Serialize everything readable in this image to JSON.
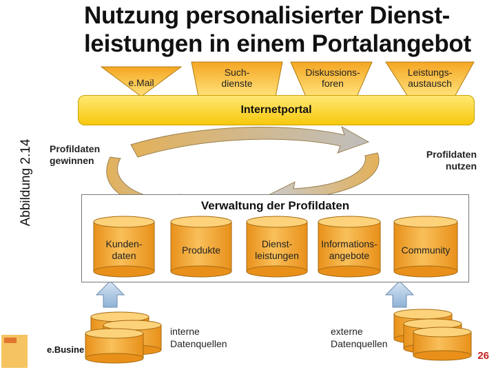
{
  "title": "Nutzung personalisierter Dienst-leistungen in einem Portalangebot",
  "side_label": "Abbildung 2.14",
  "services": [
    {
      "label": "e.Mail"
    },
    {
      "label": "Such-dienste"
    },
    {
      "label": "Diskussions-foren"
    },
    {
      "label": "Leistungs-austausch"
    }
  ],
  "portal_label": "Internetportal",
  "left_flow": "Profildaten gewinnen",
  "right_flow": "Profildaten nutzen",
  "management_title": "Verwaltung der Profildaten",
  "databases": [
    {
      "label": "Kunden-daten"
    },
    {
      "label": "Produkte"
    },
    {
      "label": "Dienst-leistungen"
    },
    {
      "label": "Informations-angebote"
    },
    {
      "label": "Community"
    }
  ],
  "internal_sources": "interne Datenquellen",
  "external_sources": "externe Datenquellen",
  "footer_text": "e.Busine",
  "page_number": "26",
  "colors": {
    "cylinder_body": "#f5a623",
    "cylinder_top": "#fcd27a",
    "portal": "#f7c80c",
    "arrow": "#d9a23c",
    "up_arrow": "#a8c4e0"
  }
}
